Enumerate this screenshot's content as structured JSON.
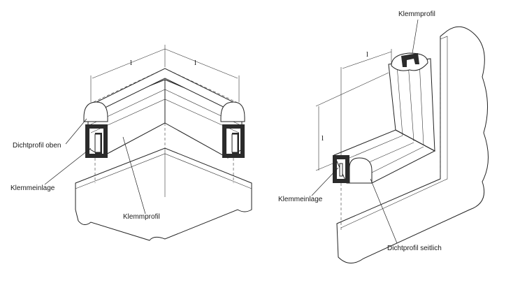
{
  "left_diagram": {
    "labels": {
      "dichtprofil_oben": "Dichtprofil oben",
      "klemmeinlage": "Klemmeinlage",
      "klemmprofil": "Klemmprofil"
    },
    "dimension_marks": {
      "left": "l",
      "right": "l"
    }
  },
  "right_diagram": {
    "labels": {
      "klemmprofil": "Klemmprofil",
      "klemmeinlage": "Klemmeinlage",
      "dichtprofil_seitlich": "Dichtprofil seitlich"
    },
    "dimension_marks": {
      "top": "l",
      "side": "l"
    }
  },
  "colors": {
    "line": "#222222",
    "shade": "#e9e9e9",
    "clamp": "#2b2b2b"
  }
}
